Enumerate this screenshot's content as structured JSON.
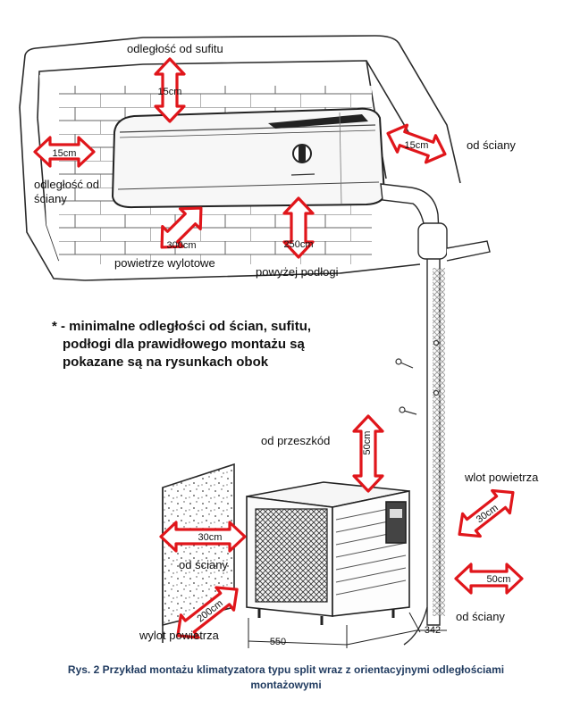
{
  "labels": {
    "ceiling": "odległość od sufitu",
    "from_wall_right": "od ściany",
    "from_wall_left_line1": "odległość od",
    "from_wall_left_line2": "ściany",
    "outlet_air_top": "powietrze wylotowe",
    "above_floor": "powyżej podłogi",
    "from_obstacle": "od przeszkód",
    "air_inlet": "wlot powietrza",
    "from_wall_outdoor_left": "od ściany",
    "from_wall_outdoor_right": "od ściany",
    "air_outlet_bottom": "wylot powietrza"
  },
  "distances": {
    "ceiling": "15cm",
    "left_wall": "15cm",
    "right_wall": "15cm",
    "outlet": "300cm",
    "floor": "250cm",
    "obstacle": "50cm",
    "inlet": "30cm",
    "outdoor_left_wall": "30cm",
    "outdoor_right_wall": "50cm",
    "outdoor_outlet": "200cm"
  },
  "dimensions": {
    "width": "550",
    "depth": "342"
  },
  "note": {
    "line1": "* - minimalne odległości od ścian, sufitu,",
    "line2": "podłogi dla prawidłowego montażu są",
    "line3": "pokazane są na rysunkach obok"
  },
  "caption": {
    "line1": "Rys. 2 Przykład montażu klimatyzatora typu split wraz z orientacyjnymi odległościami",
    "line2": "montażowymi"
  },
  "colors": {
    "arrow_fill": "#ffffff",
    "arrow_stroke": "#e0161b",
    "line": "#2a2a2a",
    "caption": "#1f3a5f"
  }
}
